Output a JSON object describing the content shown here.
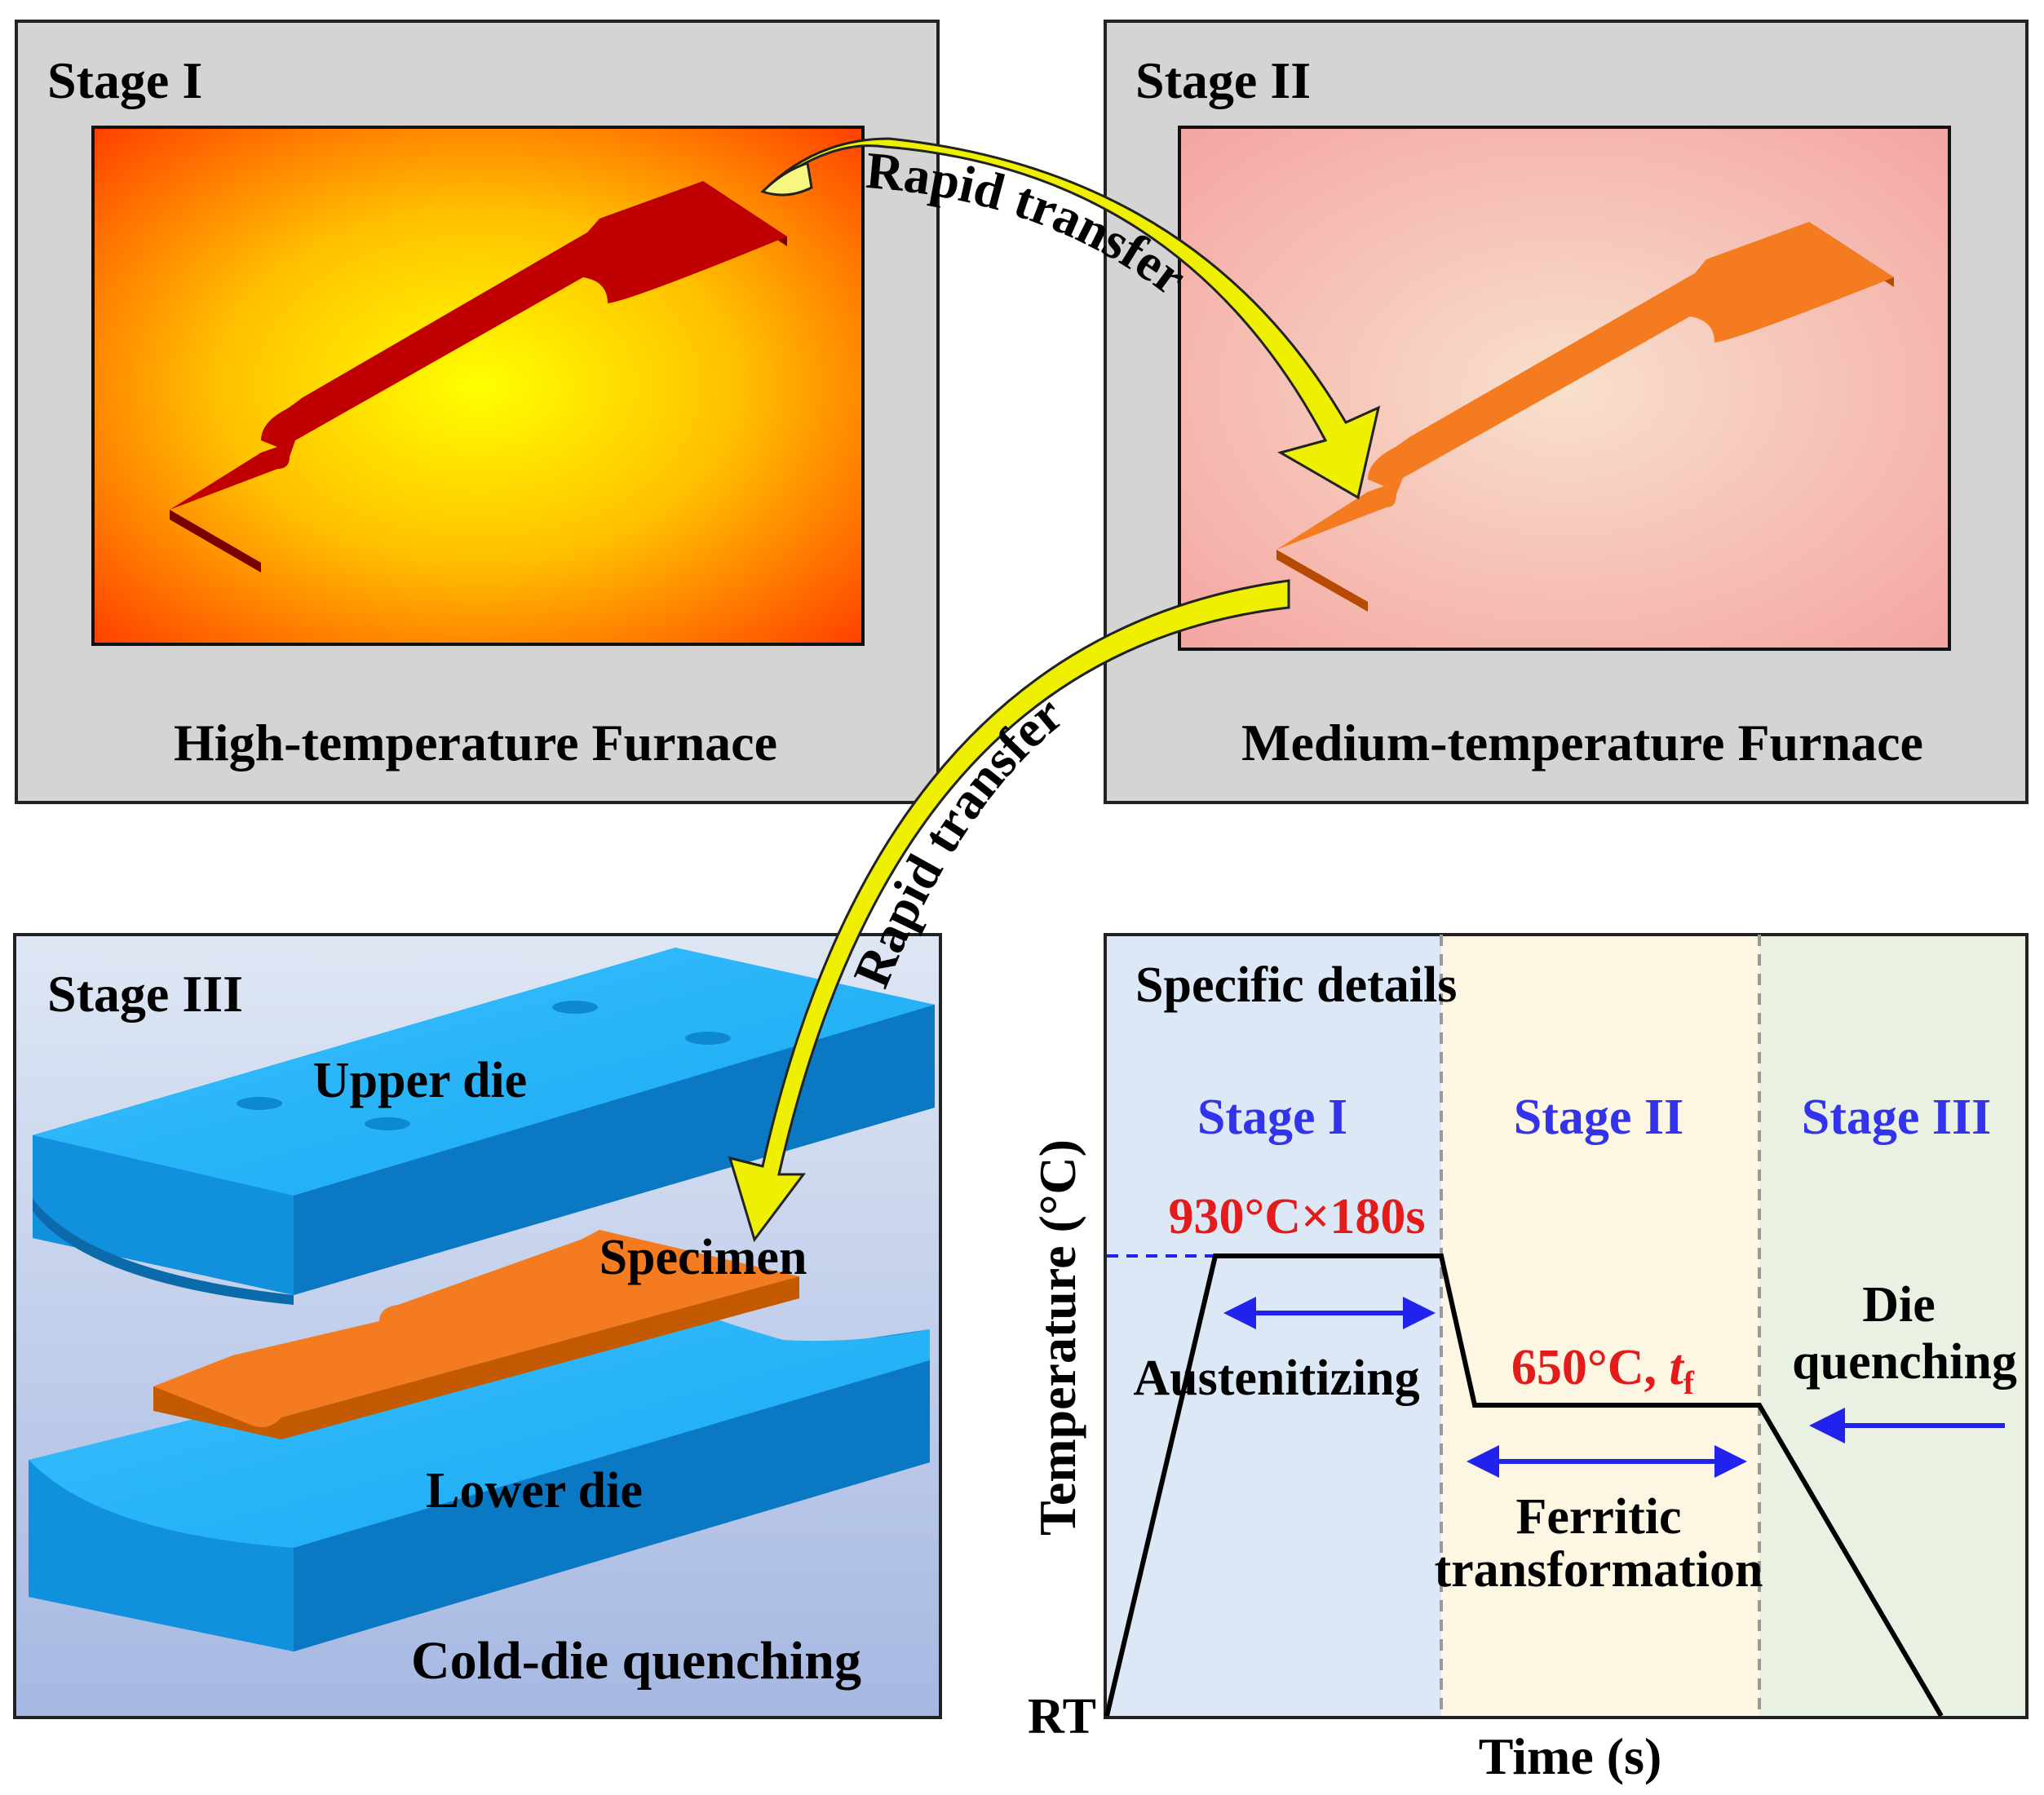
{
  "stage1": {
    "title": "Stage I",
    "caption": "High-temperature Furnace"
  },
  "stage2": {
    "title": "Stage II",
    "caption": "Medium-temperature Furnace"
  },
  "stage3": {
    "title": "Stage III",
    "upper_die": "Upper die",
    "specimen": "Specimen",
    "lower_die": "Lower die",
    "caption": "Cold-die quenching"
  },
  "transfer": {
    "label_1": "Rapid transfer",
    "label_2": "Rapid transfer"
  },
  "details": {
    "title": "Specific details",
    "stage_labels": [
      "Stage I",
      "Stage II",
      "Stage III"
    ],
    "peak_label": "930°C×180s",
    "hold_label_main": "650°C, ",
    "hold_label_italic": "t",
    "hold_label_sub": "f",
    "austenitizing": "Austenitizing",
    "ferritic_line1": "Ferritic",
    "ferritic_line2": "transformation",
    "die_line1": "Die",
    "die_line2": "quenching",
    "y_axis_label": "Temperature (°C)",
    "x_axis_label": "Time (s)",
    "rt_label": "RT"
  },
  "colors": {
    "panel_gray": "#d4d4d4",
    "stage_label_blue": "#3333ee",
    "temp_label_red": "#e31b1b",
    "arrow_yellow": "#f2f200",
    "blue_arrow": "#2222ee",
    "die_blue": "#1aa0ea",
    "specimen_orange": "#f47b20",
    "specimen_red": "#c00000"
  }
}
